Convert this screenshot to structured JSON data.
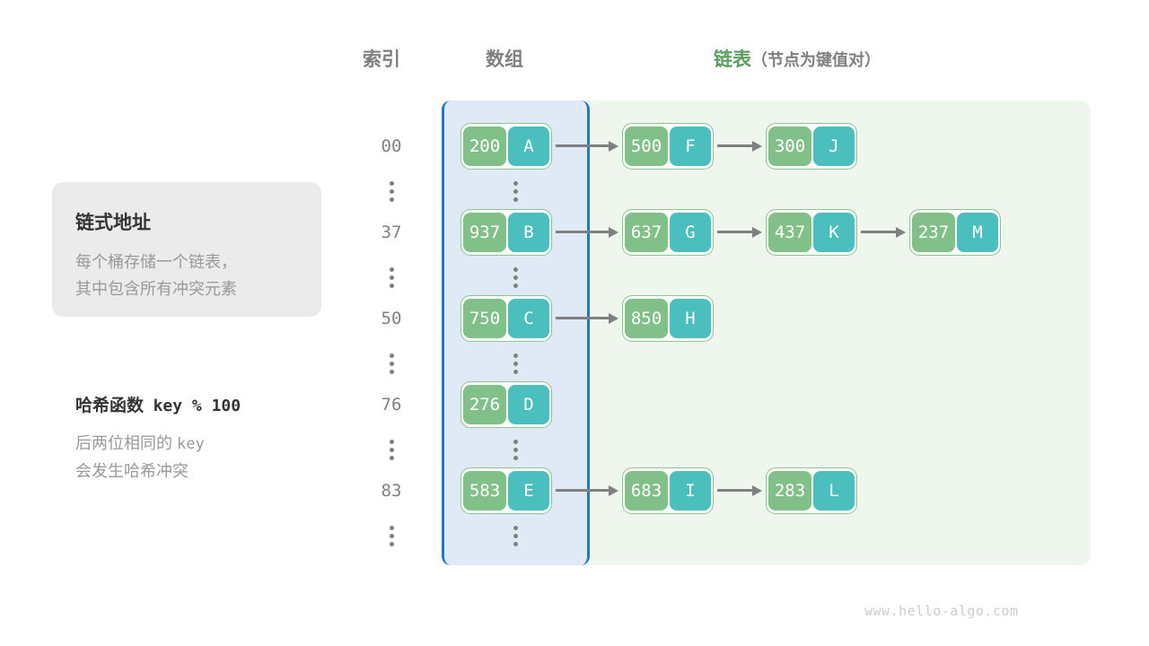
{
  "headers": {
    "index": "索引",
    "array": "数组",
    "list_main": "链表",
    "list_sub": "（节点为键值对）"
  },
  "info_card": {
    "title": "链式地址",
    "body": "每个桶存储一个链表，\n其中包含所有冲突元素"
  },
  "hash_note": {
    "title_label": "哈希函数",
    "title_expr": "key % 100",
    "body_line1": "后两位相同的",
    "body_mono": "key",
    "body_line2": "会发生哈希冲突"
  },
  "watermark": "www.hello-algo.com",
  "colors": {
    "array_fill": "#dfeaf6",
    "array_border": "#1f78c1",
    "list_fill": "#eef6ee",
    "node_key": "#82c08a",
    "node_val": "#4abfbd",
    "node_border": "#8ec490",
    "arrow": "#808080",
    "accent_green": "#5a9e5f",
    "muted": "#808080",
    "card_fill": "#ebebeb"
  },
  "ellipsis_glyph": "⋮",
  "buckets": [
    {
      "index": "00",
      "nodes": [
        {
          "key": "200",
          "val": "A"
        },
        {
          "key": "500",
          "val": "F"
        },
        {
          "key": "300",
          "val": "J"
        }
      ]
    },
    {
      "index": "37",
      "nodes": [
        {
          "key": "937",
          "val": "B"
        },
        {
          "key": "637",
          "val": "G"
        },
        {
          "key": "437",
          "val": "K"
        },
        {
          "key": "237",
          "val": "M"
        }
      ]
    },
    {
      "index": "50",
      "nodes": [
        {
          "key": "750",
          "val": "C"
        },
        {
          "key": "850",
          "val": "H"
        }
      ]
    },
    {
      "index": "76",
      "nodes": [
        {
          "key": "276",
          "val": "D"
        }
      ]
    },
    {
      "index": "83",
      "nodes": [
        {
          "key": "583",
          "val": "E"
        },
        {
          "key": "683",
          "val": "I"
        },
        {
          "key": "283",
          "val": "L"
        }
      ]
    }
  ]
}
